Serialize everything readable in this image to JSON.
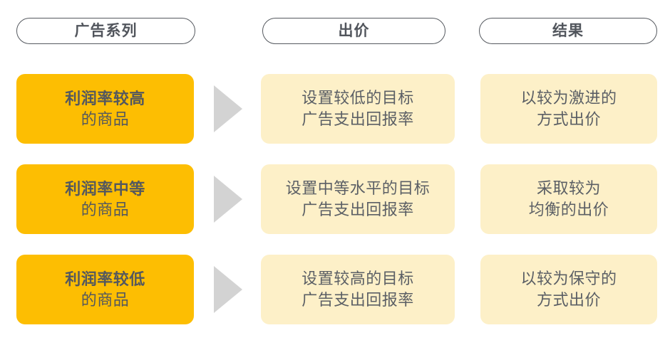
{
  "headers": [
    {
      "label": "广告系列",
      "name": "campaign"
    },
    {
      "label": "出价",
      "name": "bid"
    },
    {
      "label": "结果",
      "name": "result"
    }
  ],
  "rows": [
    {
      "campaign": {
        "line1": "利润率较高",
        "line2": "的商品"
      },
      "bid": {
        "line1": "设置较低的目标",
        "line2": "广告支出回报率"
      },
      "result": {
        "line1": "以较为激进的",
        "line2": "方式出价"
      }
    },
    {
      "campaign": {
        "line1": "利润率中等",
        "line2": "的商品"
      },
      "bid": {
        "line1": "设置中等水平的目标",
        "line2": "广告支出回报率"
      },
      "result": {
        "line1": "采取较为",
        "line2": "均衡的出价"
      }
    },
    {
      "campaign": {
        "line1": "利润率较低",
        "line2": "的商品"
      },
      "bid": {
        "line1": "设置较高的目标",
        "line2": "广告支出回报率"
      },
      "result": {
        "line1": "以较为保守的",
        "line2": "方式出价"
      }
    }
  ],
  "icons": {
    "arrow": "arrow-right-triangle-icon"
  },
  "colors": {
    "campaign_card": "#FDBE02",
    "detail_card": "#FDF0C8",
    "text": "#54585E",
    "pill_border": "#55595F",
    "arrow": "#D3D3D3",
    "background": "#FFFFFF"
  }
}
